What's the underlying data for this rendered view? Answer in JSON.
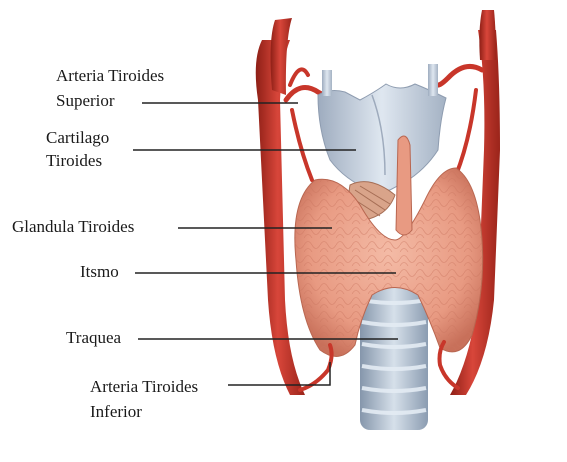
{
  "labels": {
    "arteria_sup_1": "Arteria Tiroides",
    "arteria_sup_2": "Superior",
    "cartilago_1": "Cartilago",
    "cartilago_2": "Tiroides",
    "glandula": "Glandula Tiroides",
    "itsmo": "Itsmo",
    "traquea": "Traquea",
    "arteria_inf_1": "Arteria Tiroides",
    "arteria_inf_2": "Inferior"
  },
  "colors": {
    "artery": "#c8362a",
    "artery_dark": "#8e1f16",
    "gland": "#eba089",
    "gland_dark": "#c66a55",
    "cartilage": "#c9d5e2",
    "cartilage_dark": "#8e9cb0",
    "trachea": "#b4c3d3",
    "trachea_ring": "#dbe4ee",
    "leader": "#222222"
  }
}
